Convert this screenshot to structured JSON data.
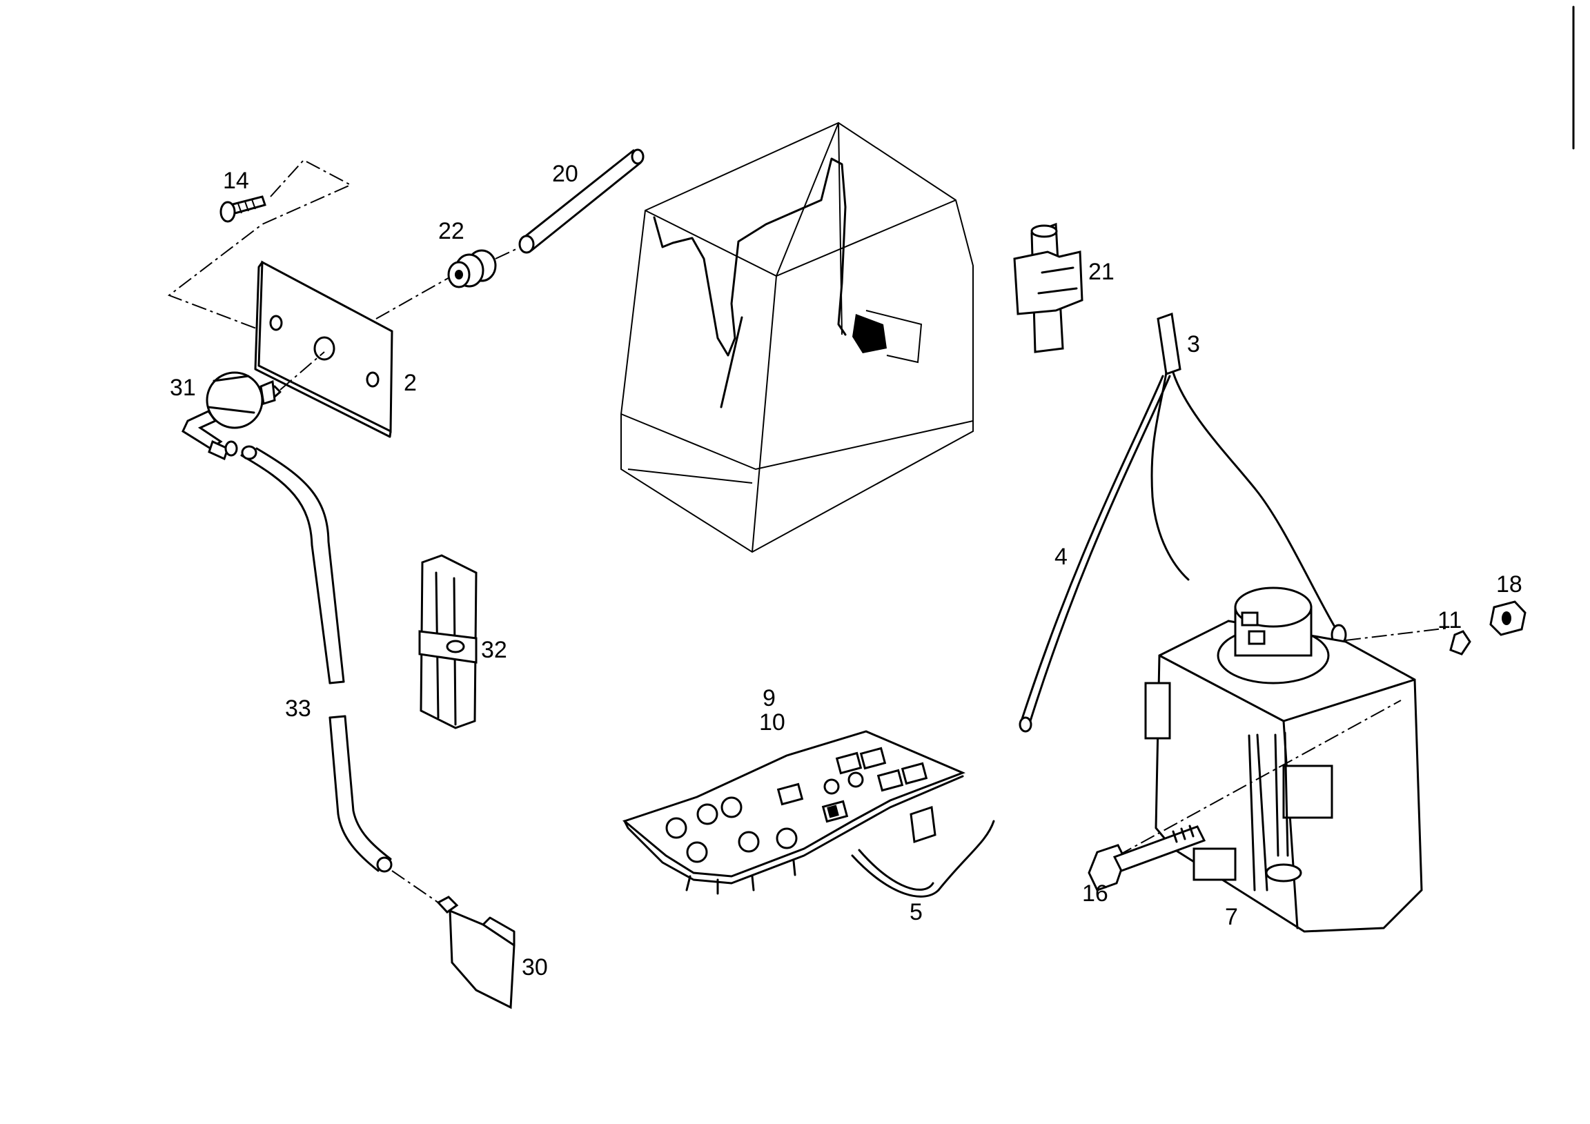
{
  "diagram": {
    "labels": {
      "l2": "2",
      "l3": "3",
      "l4": "4",
      "l5": "5",
      "l7": "7",
      "l9": "9",
      "l10": "10",
      "l11": "11",
      "l14": "14",
      "l16": "16",
      "l18": "18",
      "l20": "20",
      "l21": "21",
      "l22": "22",
      "l30": "30",
      "l31": "31",
      "l32": "32",
      "l33": "33"
    }
  }
}
